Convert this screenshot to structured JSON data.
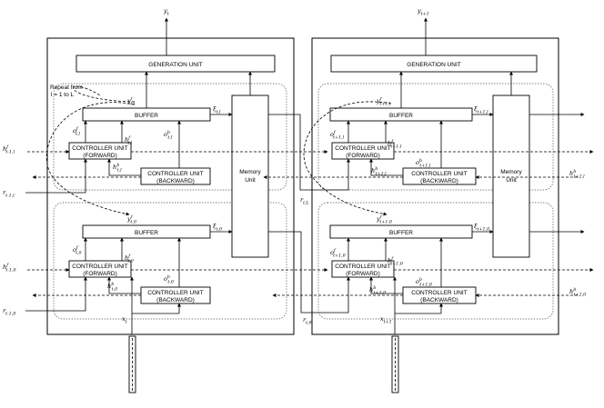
{
  "diagram": {
    "units": {
      "generation": "GENERATION UNIT",
      "buffer": "BUFFER",
      "controller_forward_1": "CONTROLLER UNIT",
      "controller_forward_2": "(FORWARD)",
      "controller_backward_1": "CONTROLLER UNIT",
      "controller_backward_2": "(BACKWARD)",
      "memory_1": "Memory",
      "memory_2": "Unit"
    },
    "repeat_note": [
      "Repeat from",
      "l = 1 to L"
    ],
    "left": {
      "output": "y_t",
      "input": "x_t",
      "y_top": "y^r_{t,l}",
      "y_bot": "y^r_{t,0}",
      "xi_top": "ξ_{t,l}",
      "xi_bot": "ξ_{t,0}",
      "o_f_top": "o^f_{t,l}",
      "o_f_bot": "o^f_{t,0}",
      "h_f_top": "h^f_{t,l}",
      "h_f_bot": "h^f_{t,0}",
      "o_b_top": "o^b_{t,l}",
      "o_b_bot": "o^b_{t,0}",
      "h_b_top": "h^b_{t,l}",
      "h_b_bot": "h^b_{t,0}",
      "h_in_top": "h^f_{t-1,l}",
      "h_in_bot": "h^f_{t-1,0}",
      "r_in_top": "r_{t-1,l}",
      "r_in_bot": "r_{t-1,0}",
      "r_out_top": "r_{t,L}",
      "r_out_bot": "r_{t,0}"
    },
    "right": {
      "output": "y_{t+1}",
      "input": "x_{t+1}",
      "y_top": "y^r_{t+1,l}",
      "y_bot": "y^r_{t+1,0}",
      "xi_top": "ξ_{t+1,l}",
      "xi_bot": "ξ_{t+1,0}",
      "o_f_top": "o^f_{t+1,l}",
      "o_f_bot": "o^f_{t+1,0}",
      "h_f_top": "h^f_{t+1,l}",
      "h_f_bot": "h^f_{t+1,0}",
      "o_b_top": "o^b_{t+1,l}",
      "o_b_bot": "o^b_{t+1,0}",
      "h_b_top": "h^b_{t+1,l}",
      "h_b_bot": "h^b_{t+1,0}",
      "h_in_top": "h^b_{t+2,l}",
      "h_in_bot": "h^b_{t+2,0}"
    }
  }
}
